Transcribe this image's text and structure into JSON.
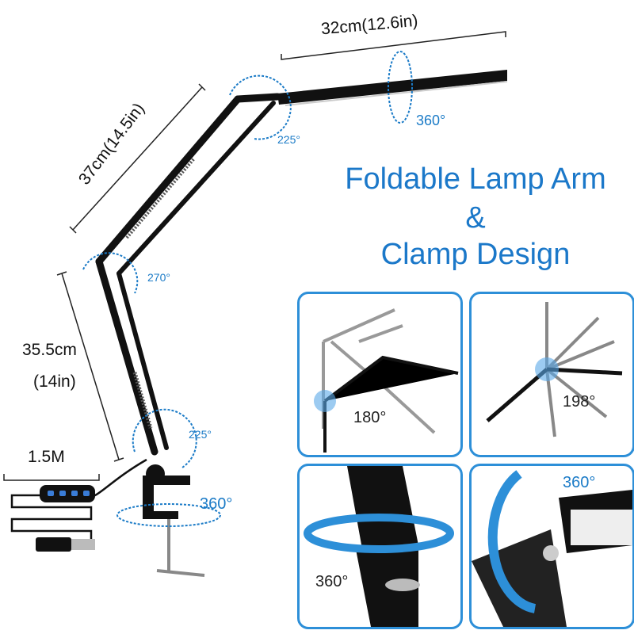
{
  "dimensions": {
    "head_length": "32cm(12.6in)",
    "upper_arm_length": "37cm(14.5in)",
    "lower_arm_length_cm": "35.5cm",
    "lower_arm_length_in": "(14in)",
    "cable_length": "1.5M"
  },
  "angles": {
    "head_rotation": "360°",
    "head_joint": "225°",
    "elbow_joint": "270°",
    "base_joint": "225°",
    "base_rotation": "360°"
  },
  "title": {
    "line1": "Foldable Lamp Arm",
    "line2": "&",
    "line3": "Clamp Design"
  },
  "panels": [
    {
      "label": "180°"
    },
    {
      "label": "198°"
    },
    {
      "label": "360°"
    },
    {
      "label": "360°"
    }
  ],
  "colors": {
    "accent": "#1b7bc7",
    "panel_border": "#2d8fd8"
  }
}
